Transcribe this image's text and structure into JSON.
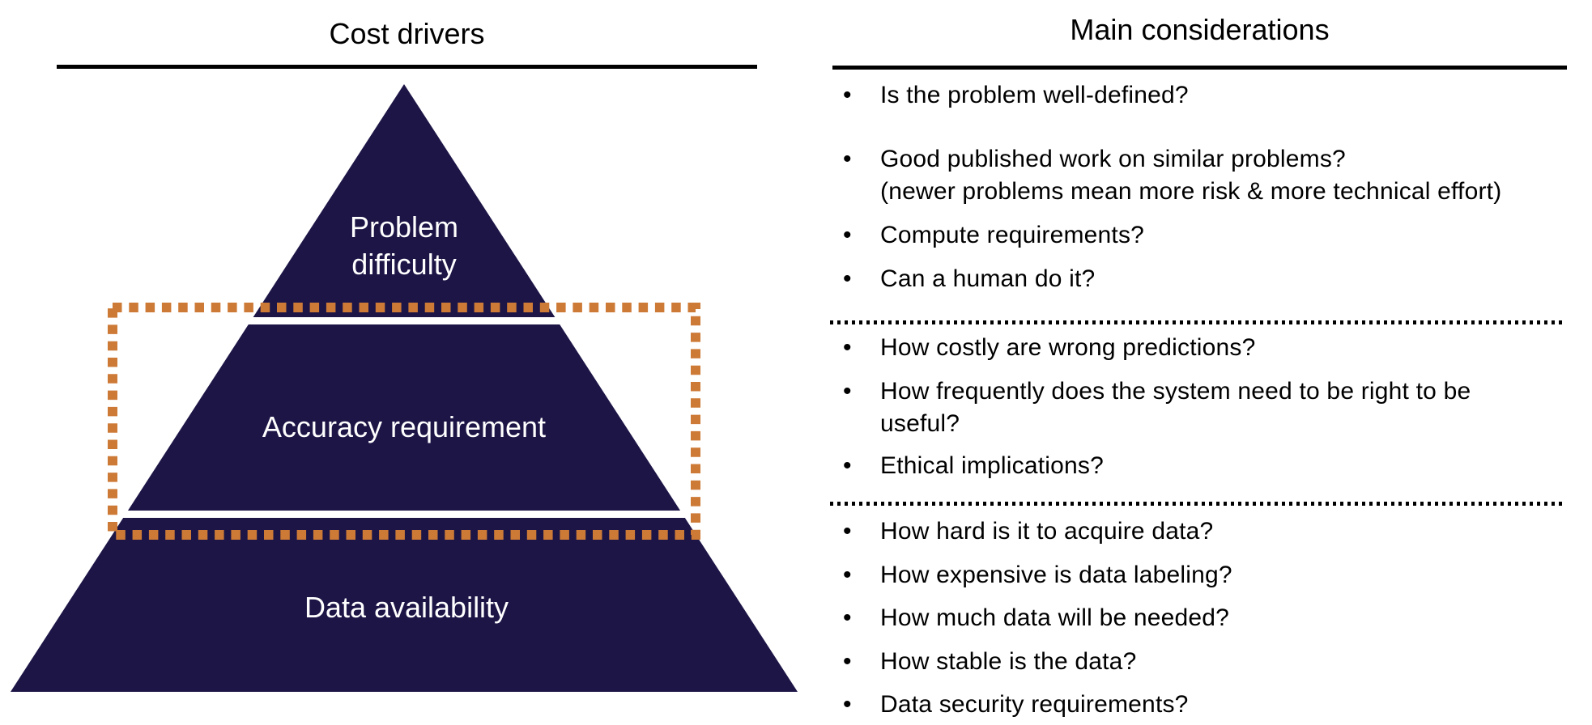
{
  "left_panel": {
    "title": "Cost drivers",
    "pyramid": {
      "fill_color": "#1c1546",
      "label_color": "#ffffff",
      "highlight_border_color": "#cd7a37",
      "levels": [
        {
          "label_lines": [
            "Problem",
            "difficulty"
          ],
          "highlighted": false
        },
        {
          "label": "Accuracy requirement",
          "highlighted": true
        },
        {
          "label": "Data availability",
          "highlighted": false
        }
      ]
    }
  },
  "right_panel": {
    "title": "Main considerations",
    "bullet_glyph": "•",
    "sections": [
      {
        "items": [
          {
            "text": "Is the problem well-defined?"
          },
          {
            "text": "Good published work on similar problems?",
            "note": "(newer problems mean more risk & more technical effort)"
          },
          {
            "text": "Compute requirements?"
          },
          {
            "text": "Can a human do it?"
          }
        ]
      },
      {
        "items": [
          {
            "text": "How costly are wrong predictions?"
          },
          {
            "lines": [
              "How frequently does the system need to be right to be",
              "useful?"
            ]
          },
          {
            "text": "Ethical implications?"
          }
        ]
      },
      {
        "items": [
          {
            "text": "How hard is it to acquire data?"
          },
          {
            "text": "How expensive is data labeling?"
          },
          {
            "text": "How much data will be needed?"
          },
          {
            "text": "How stable is the data?"
          },
          {
            "text": "Data security requirements?"
          }
        ]
      }
    ]
  }
}
